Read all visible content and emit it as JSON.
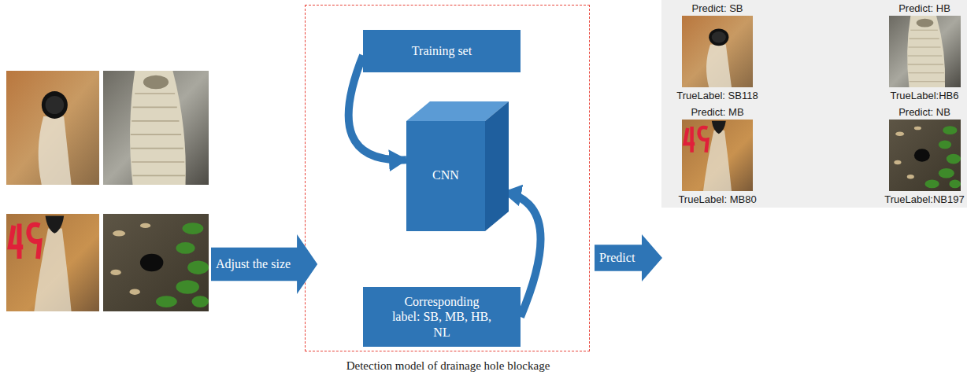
{
  "diagram": {
    "nodes": [
      {
        "text": [
          "Detection model of drainage hole blockage"
        ]
      },
      {
        "text": [
          "Training set"
        ],
        "in": 0
      },
      {
        "text": [
          "CNN"
        ],
        "in": 0
      },
      {
        "text": [
          "Corresponding label: SB, MB, HB, NL"
        ],
        "in": 0
      },
      {
        "text": [
          "Adjust the size"
        ]
      },
      {
        "text": [
          "Predict"
        ]
      }
    ],
    "edges": [
      {
        "from": 1,
        "to": 2,
        "arrow": "to"
      },
      {
        "from": 3,
        "to": 2,
        "arrow": "to"
      }
    ],
    "labels": [
      "Predict: SB",
      "TrueLabel: SB118",
      "Predict: HB",
      "TrueLabel:HB6",
      "Predict: MB",
      "TrueLabel: MB80",
      "Predict: NB",
      "TrueLabel:NB197"
    ]
  }
}
